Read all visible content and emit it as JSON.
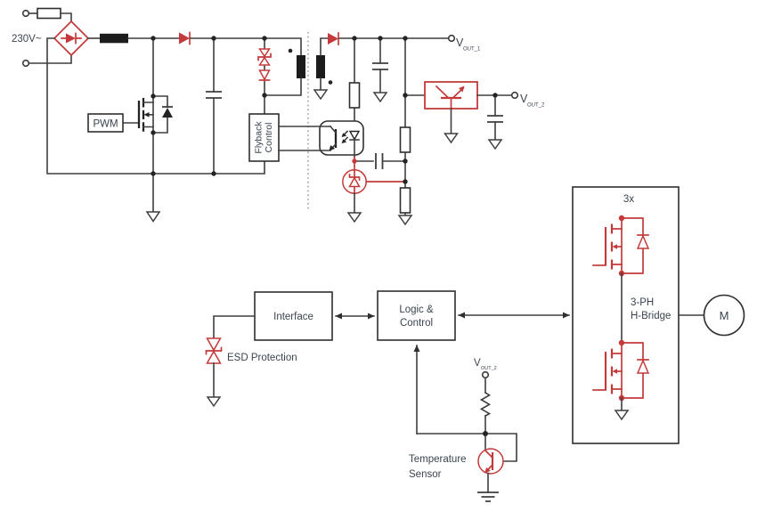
{
  "labels": {
    "mains": "230V~",
    "pwm": "PWM",
    "flyback_l1": "Flyback",
    "flyback_l2": "Control",
    "vout1_v": "V",
    "vout1_sub": "OUT_1",
    "vout2_v": "V",
    "vout2_sub": "OUT_2",
    "vsense_v": "V",
    "vsense_sub": "OUT_2",
    "interface": "Interface",
    "logic_l1": "Logic &",
    "logic_l2": "Control",
    "esd": "ESD Protection",
    "temp_l1": "Temperature",
    "temp_l2": "Sensor",
    "multiplier": "3x",
    "hbridge_l1": "3-PH",
    "hbridge_l2": "H-Bridge",
    "motor": "M"
  },
  "colors": {
    "accent_red": "#c43a3a",
    "wire": "#3e3e3e",
    "outline": "#2f2f2f",
    "text": "#3a4450",
    "black_fill": "#1c1c1c"
  }
}
